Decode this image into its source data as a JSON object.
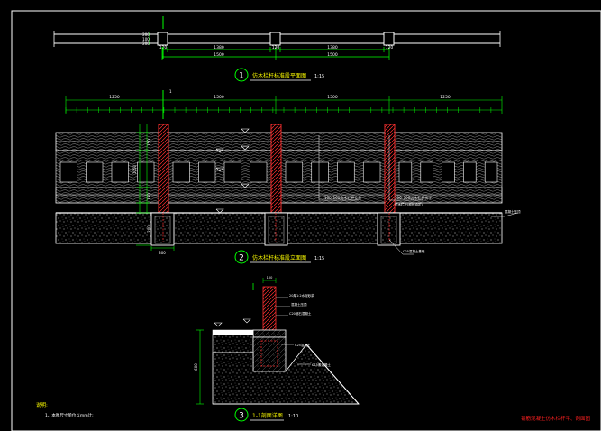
{
  "top_dims": {
    "sub": [
      "120",
      "1380",
      "120",
      "1380",
      "120"
    ],
    "total": [
      "1500",
      "1500"
    ],
    "left_small": [
      "200",
      "100",
      "200"
    ]
  },
  "title1": {
    "num": "1",
    "text": "仿木栏杆标准段平面图",
    "scale": "1:15"
  },
  "title2": {
    "num": "2",
    "text": "仿木栏杆标准段立面图",
    "scale": "1:15"
  },
  "title3": {
    "num": "3",
    "text": "1-1剖面详图",
    "scale": "1:10"
  },
  "elev": {
    "top_dims": [
      "1250",
      "1500",
      "1500",
      "1250"
    ],
    "left_dims": [
      "1050",
      "150",
      "150",
      "200"
    ],
    "post_mark": "1",
    "labels": {
      "post_note": "100*100仿木栏杆立柱",
      "rail_note": "100*100仿木栏杆扶手",
      "rail_note2": "仿木栏杆(颜色待定)",
      "base_note": "混凝土压顶",
      "footing_note": "C25混凝土基础"
    },
    "bottom_dim": "300"
  },
  "section": {
    "labels": {
      "a": "20厚1:2水泥砂浆",
      "b": "混凝土压顶",
      "c": "C20细石混凝土",
      "d": "C25混凝土",
      "e": "C15素混凝土"
    },
    "height_dim": "600",
    "top_dim": "100"
  },
  "notes": {
    "heading": "说明:",
    "line1": "1、本图尺寸单位以mm计;"
  },
  "drawing_title": "钢筋混凝土仿木栏杆平、剖面图",
  "colors": {
    "line": "#ffffff",
    "dim": "#00ff00",
    "red": "#ff2020",
    "yellow": "#ffff00",
    "hatch": "#9a9a9a"
  }
}
